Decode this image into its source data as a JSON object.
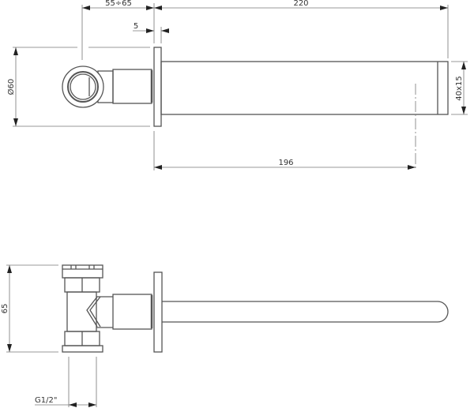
{
  "dimensions": {
    "overall_length": "220",
    "wall_range": "55÷65",
    "plate_thickness": "5",
    "plate_diameter": "Ø60",
    "spout_section": "40x15",
    "spout_reach": "196",
    "height": "65",
    "thread": "G1/2\""
  },
  "colors": {
    "line": "#555555",
    "dimension": "#777777"
  }
}
